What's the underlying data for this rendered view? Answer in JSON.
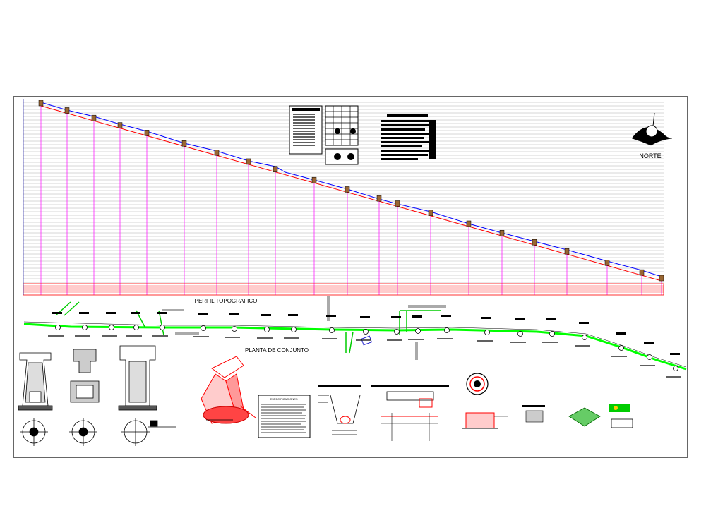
{
  "drawing": {
    "profile_title": "PERFIL TOPOGRAFICO",
    "plan_title": "PLANTA DE CONJUNTO",
    "north_label": "NORTE",
    "specs_title": "ESPECIFICACIONES"
  },
  "colors": {
    "background": "#ffffff",
    "frame": "#000000",
    "terrain_line": "#0000ff",
    "design_grade_line": "#ff0000",
    "station_lines": "#ff00ff",
    "grid_lines": "#808080",
    "pipeline_plan": "#00ff00",
    "cad_detail_red": "#ff0000",
    "cad_detail_gray": "#999999"
  },
  "icons": {
    "north_arrow": "north-arrow-icon",
    "manhole_plan_symbol": "manhole-plan-icon"
  }
}
